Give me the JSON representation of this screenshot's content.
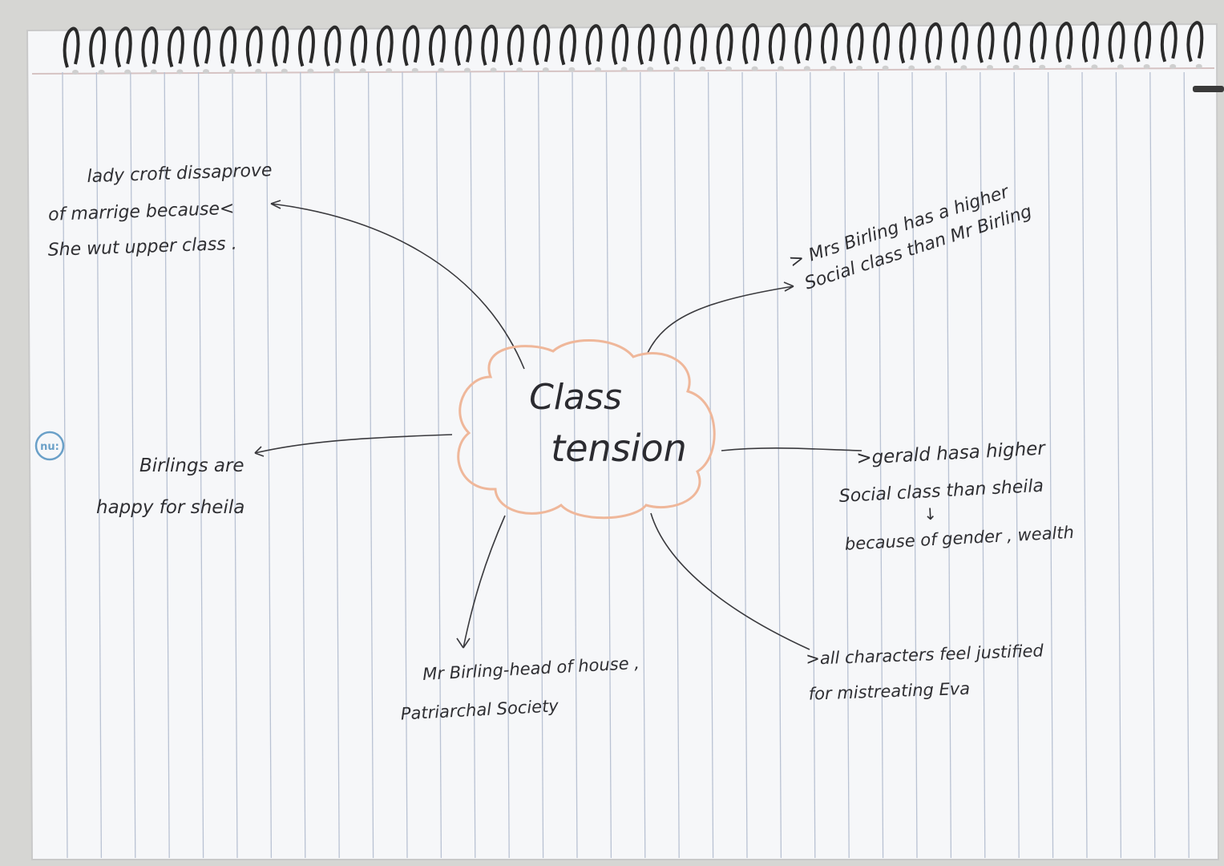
{
  "page": {
    "badge_text": "nu:"
  },
  "mindmap": {
    "center": [
      "Class",
      "tension"
    ],
    "nodes": [
      {
        "id": "lady-croft",
        "lines": [
          "lady croft dissaprove",
          "of marrige because<",
          "She wut upper class ."
        ]
      },
      {
        "id": "mrs-birling",
        "lines": [
          "> Mrs Birling has a higher",
          "Social class than Mr Birling"
        ]
      },
      {
        "id": "birlings-happy",
        "lines": [
          "Birlings are",
          "happy for sheila"
        ]
      },
      {
        "id": "gerald",
        "lines": [
          ">gerald hasa higher",
          "Social class than sheila",
          "↓",
          "because of gender , wealth"
        ]
      },
      {
        "id": "mr-birling",
        "lines": [
          "Mr Birling-head of house ,",
          "Patriarchal Society"
        ]
      },
      {
        "id": "all-characters",
        "lines": [
          ">all characters feel justified",
          "for mistreating Eva"
        ]
      }
    ]
  }
}
